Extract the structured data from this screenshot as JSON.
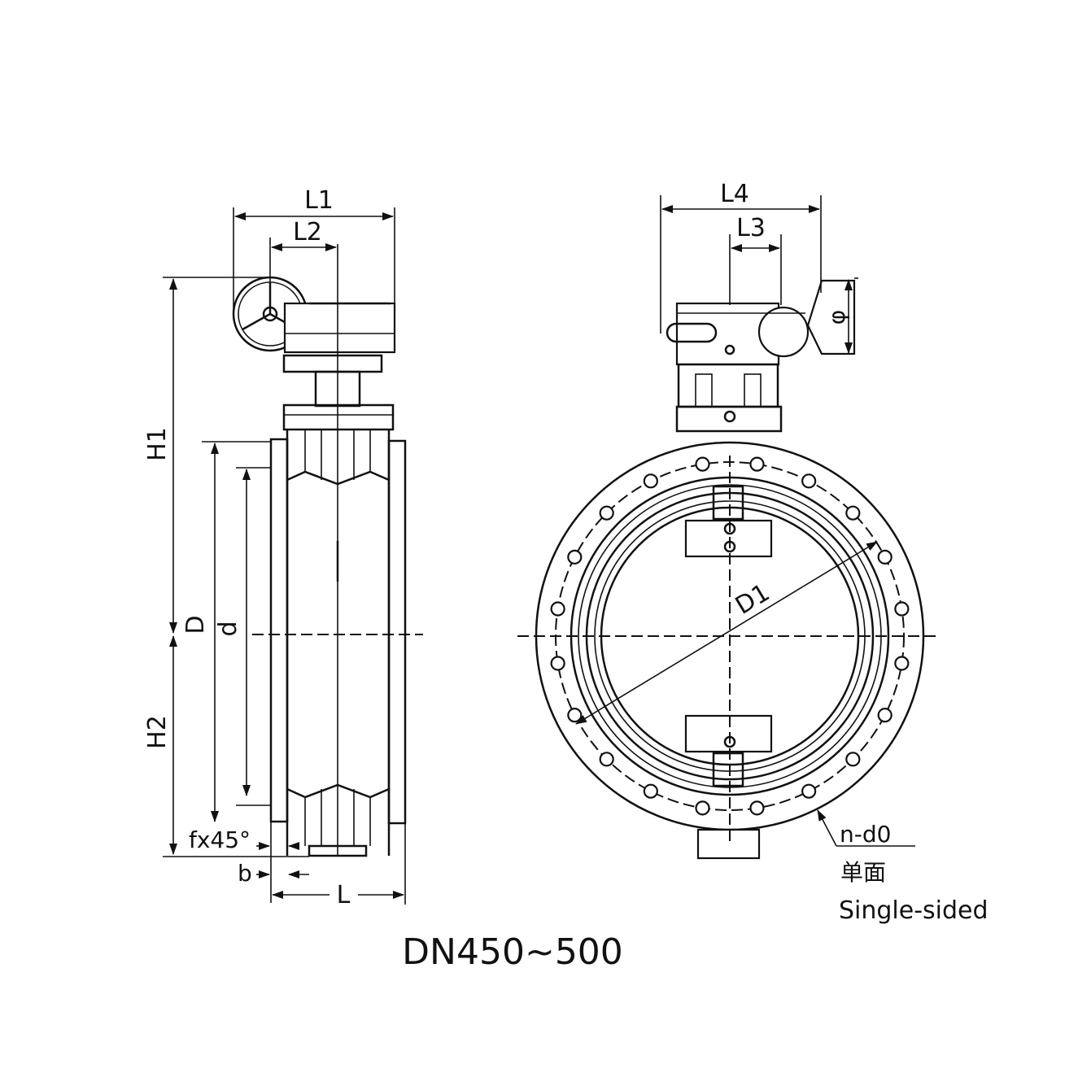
{
  "side_view": {
    "dims": {
      "L1": "L1",
      "L2": "L2",
      "H1": "H1",
      "H2": "H2",
      "D": "D",
      "d": "d",
      "chamfer": "fx45°",
      "b": "b",
      "L": "L"
    }
  },
  "front_view": {
    "dims": {
      "L4": "L4",
      "L3": "L3",
      "phi": "φ",
      "D1": "D1",
      "holes": "n-d0"
    },
    "hole_note_cn": "单面",
    "hole_note_en": "Single-sided",
    "bolt_hole_count": 20
  },
  "caption": "DN450~500"
}
